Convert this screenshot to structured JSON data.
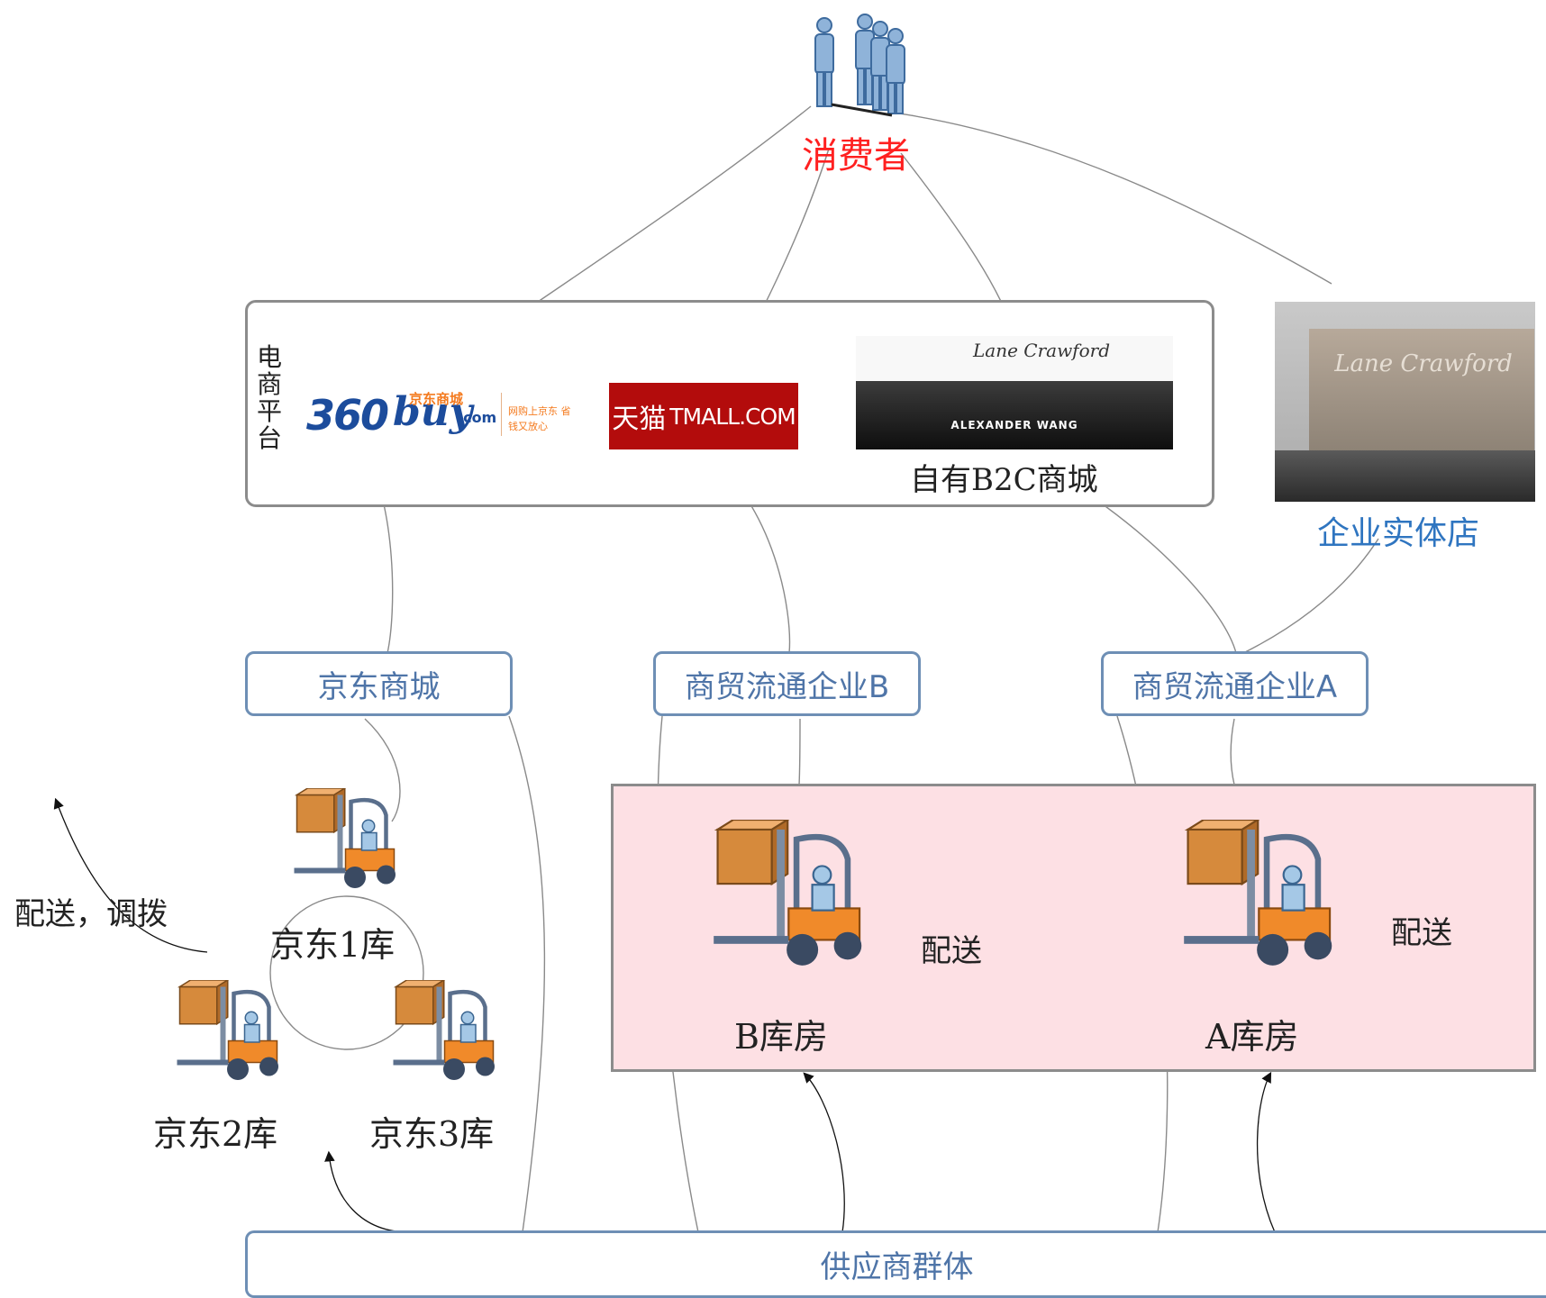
{
  "consumer": {
    "label": "消费者"
  },
  "platform": {
    "title": "电商平台",
    "jd_logo": {
      "number": "360",
      "buy": "buy",
      "name_cn": "京东商城",
      "dotcom": ".com",
      "slogan": "网购上京东 省钱又放心"
    },
    "tmall_logo": {
      "cn": "天猫",
      "en": "TMALL.COM"
    },
    "b2c": {
      "brand": "Lane Crawford",
      "banner": "ALEXANDER WANG",
      "label": "自有B2C商城"
    }
  },
  "store": {
    "sign": "Lane Crawford",
    "label": "企业实体店"
  },
  "nodes": {
    "jd_mall": "京东商城",
    "trade_b": "商贸流通企业B",
    "trade_a": "商贸流通企业A",
    "suppliers": "供应商群体"
  },
  "warehouses": {
    "jd1": "京东1库",
    "jd2": "京东2库",
    "jd3": "京东3库",
    "b": "B库房",
    "a": "A库房"
  },
  "annotations": {
    "jd_dispatch": "配送，调拨",
    "b_delivery": "配送",
    "a_delivery": "配送"
  },
  "colors": {
    "consumer_text": "#ff2020",
    "node_text": "#4f75a8",
    "store_text": "#2f75c0",
    "warehouse_bg": "#fde0e4",
    "tmall_red": "#b30c0c"
  }
}
